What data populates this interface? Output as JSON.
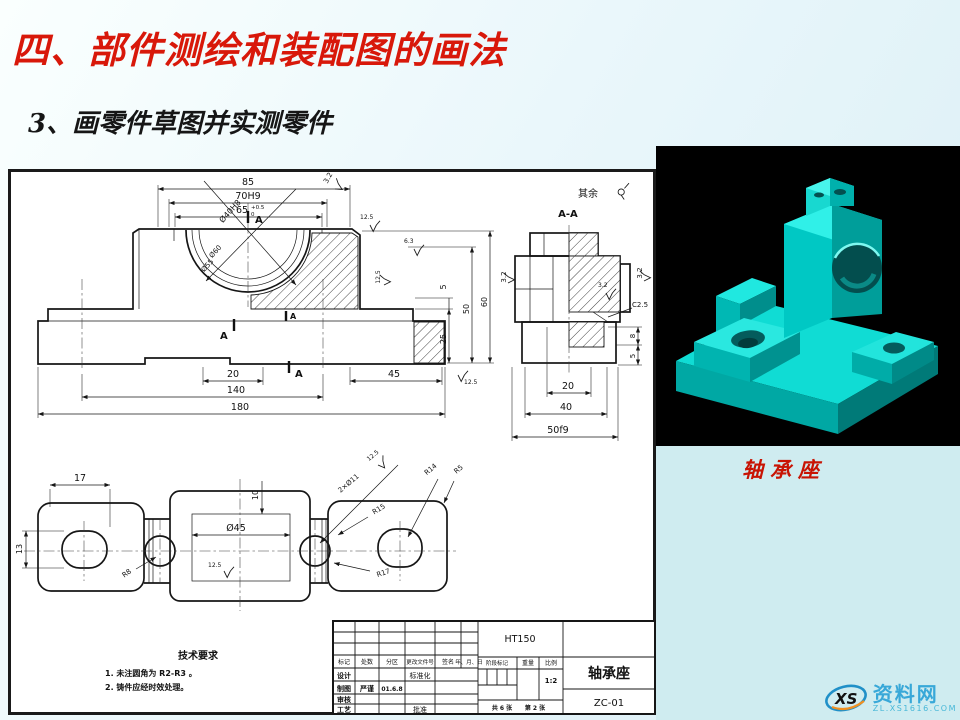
{
  "slide": {
    "title": "四、部件测绘和装配图的画法",
    "subtitle": "3、画零件草图并实测零件"
  },
  "front": {
    "d85": "85",
    "d70": "70H9",
    "d65": "65",
    "d65u": "+0.5",
    "d65l": "0",
    "dia40": "Ø40H8",
    "dia60": "Ø60",
    "dia55": "Ø55",
    "d20": "20",
    "d140": "140",
    "d180": "180",
    "d45": "45",
    "v5": "5",
    "v50": "50",
    "v60": "60",
    "v25": "25",
    "sf32": "3.2",
    "sf125": "12.5",
    "sf63": "6.3",
    "a": "A"
  },
  "section": {
    "label": "A-A",
    "rest": "其余",
    "d20": "20",
    "d40": "40",
    "d50": "50f9",
    "v5": "5",
    "v8": "8",
    "c25": "C2.5",
    "sf32": "3.2"
  },
  "top": {
    "d17": "17",
    "d13": "13",
    "d10": "10",
    "dia45": "Ø45",
    "holes": "2×Ø11",
    "sf125": "12.5",
    "r8": "R8",
    "r14": "R14",
    "r5": "R5",
    "r15": "R15",
    "r17": "R17"
  },
  "tech": {
    "title": "技术要求",
    "item1": "1. 未注圆角为 R2-R3 。",
    "item2": "2. 铸件应经时效处理。"
  },
  "tb": {
    "material": "HT150",
    "part": "轴承座",
    "no": "ZC-01",
    "scale": "1:2",
    "h1": "标记",
    "h2": "处数",
    "h3": "分区",
    "h4": "更改文件号",
    "h5": "签名",
    "h6": "年、月、日",
    "design": "设计",
    "draft": "制图",
    "check": "审核",
    "process": "工艺",
    "standard": "标准化",
    "approve": "批准",
    "name": "严谨",
    "date": "01.6.8",
    "stage": "阶段标记",
    "weight": "重量",
    "scale_lbl": "比例",
    "sheets": "共 6 张",
    "sheet": "第 2 张"
  },
  "panel": {
    "caption": "轴承座"
  },
  "watermark": {
    "logo": "XS",
    "site": "资料网",
    "url": "ZL.XS1616.COM"
  },
  "colors": {
    "title_red": "#d8180a",
    "caption_red": "#c81404",
    "model_cyan": "#00c8c4",
    "panel_bg": "#000000",
    "page_bg": "#e4f2f7",
    "watermark_blue": "#38a8d8"
  }
}
